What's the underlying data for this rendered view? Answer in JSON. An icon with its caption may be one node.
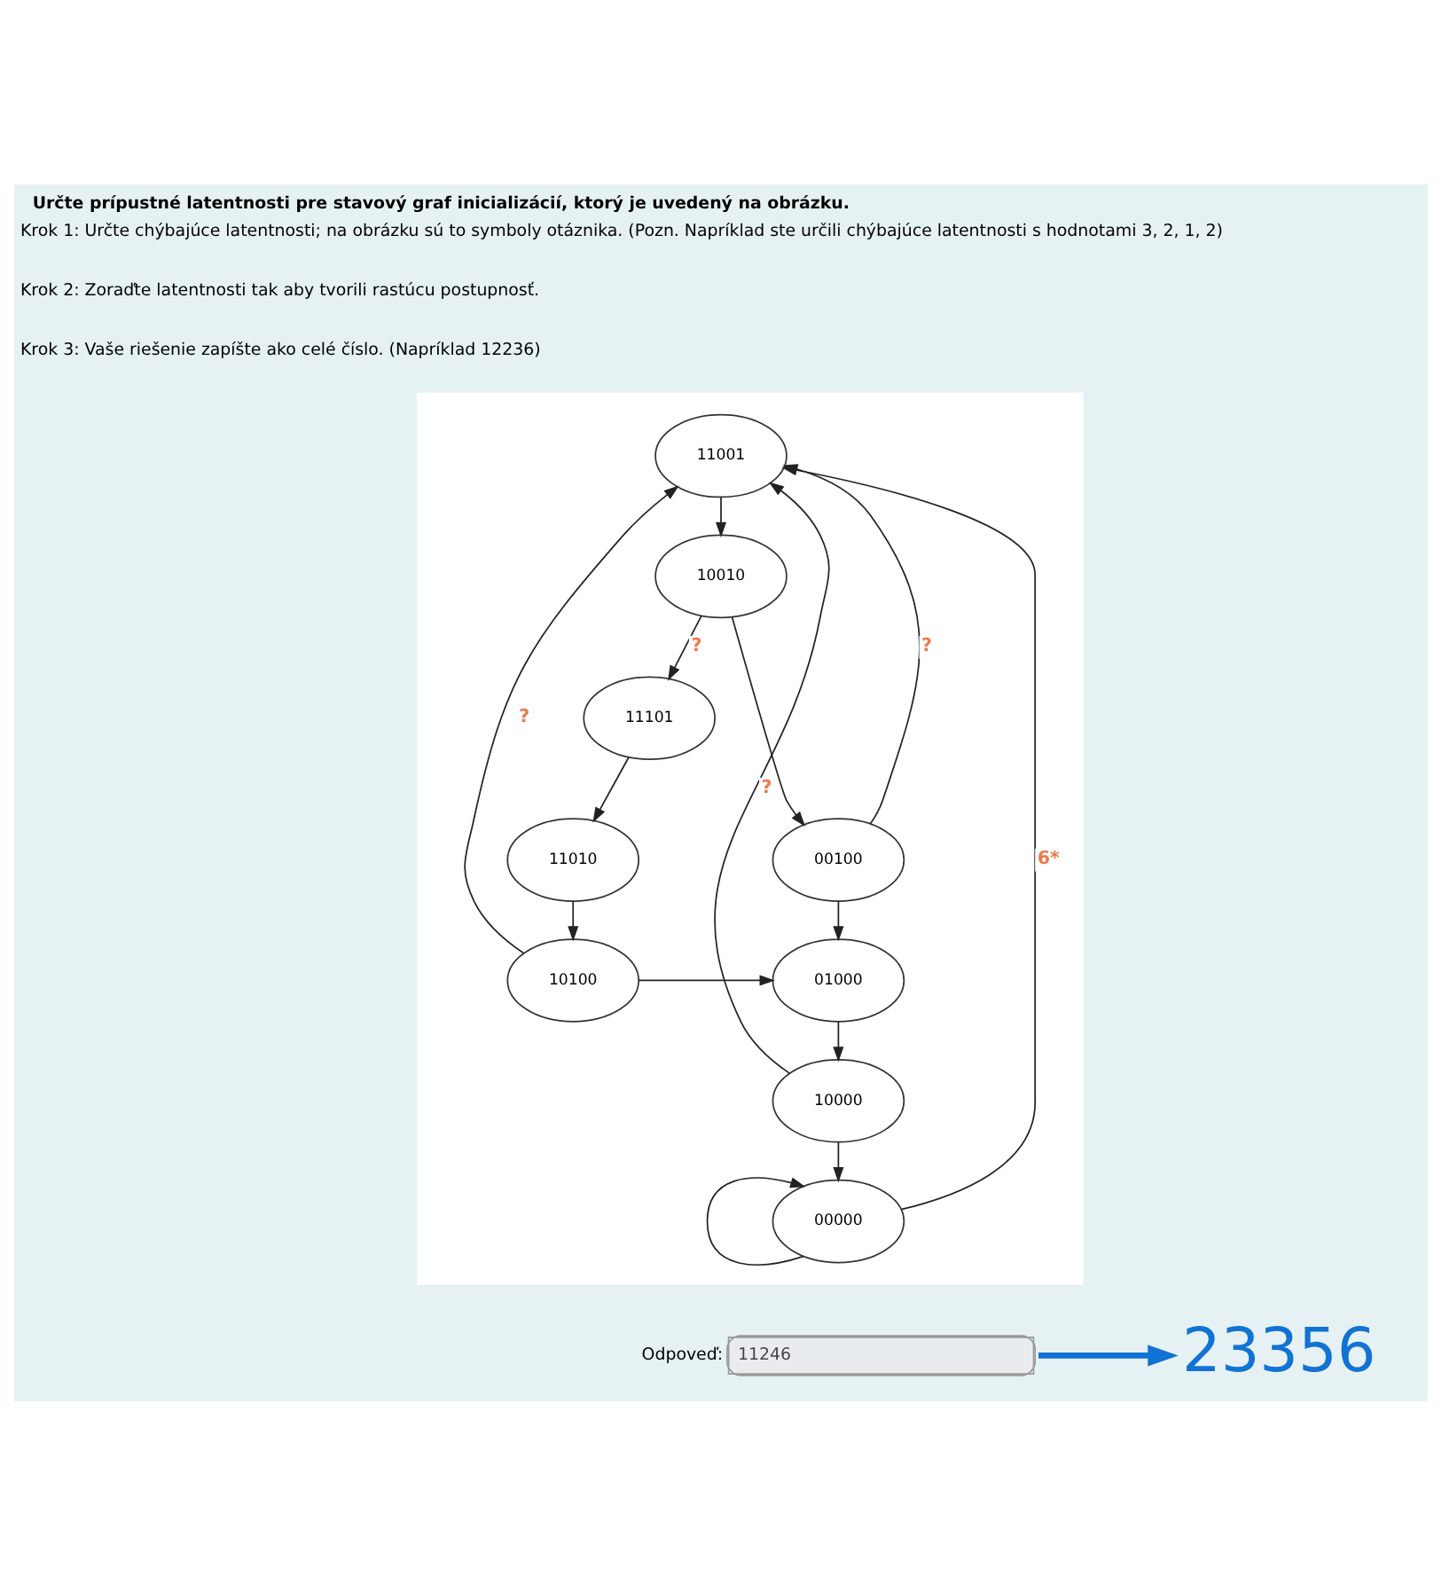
{
  "diagram": {
    "title": "Určte prípustné latentnosti pre stavový graf inicializácií, ktorý je uvedený na obrázku.",
    "nodes": [
      {
        "text": [],
        "shape": "picture"
      },
      {
        "text": [
          "11001"
        ],
        "in": 0
      },
      {
        "text": [
          "10010"
        ],
        "in": 0
      },
      {
        "text": [
          "11101"
        ],
        "in": 0
      },
      {
        "text": [
          "00100"
        ],
        "in": 0
      },
      {
        "text": [
          "11010"
        ],
        "in": 0
      },
      {
        "text": [
          "10100"
        ],
        "in": 0
      },
      {
        "text": [
          "01000"
        ],
        "in": 0
      },
      {
        "text": [
          "10000"
        ],
        "in": 0
      },
      {
        "text": [
          "00000"
        ],
        "in": 0
      },
      {
        "text": [
          "11246"
        ],
        "beside": [
          "Odpoveď:"
        ]
      },
      {
        "text": [
          "23356"
        ]
      }
    ],
    "edges": [
      {
        "from": 1,
        "to": 2,
        "arrow": "to"
      },
      {
        "from": 2,
        "to": 3,
        "arrow": "to",
        "label": "?"
      },
      {
        "from": 2,
        "to": 4,
        "arrow": "to"
      },
      {
        "from": 3,
        "to": 5,
        "arrow": "to"
      },
      {
        "from": 5,
        "to": 6,
        "arrow": "to"
      },
      {
        "from": 6,
        "to": 1,
        "arrow": "to",
        "label": "?"
      },
      {
        "from": 6,
        "to": 7,
        "arrow": "to"
      },
      {
        "from": 4,
        "to": 7,
        "arrow": "to"
      },
      {
        "from": 4,
        "to": 1,
        "arrow": "to",
        "label": "?"
      },
      {
        "from": 7,
        "to": 8,
        "arrow": "to"
      },
      {
        "from": 8,
        "to": 1,
        "arrow": "to",
        "label": "?"
      },
      {
        "from": 8,
        "to": 9,
        "arrow": "to"
      },
      {
        "from": 9,
        "to": 9,
        "arrow": "to"
      },
      {
        "from": 9,
        "to": 1,
        "arrow": "to",
        "label": "6*"
      },
      {
        "from": 10,
        "to": 11,
        "arrow": "to",
        "style": "thick",
        "color": "#1173d4"
      }
    ],
    "labels": [
      "Krok 1: Určte chýbajúce latentnosti; na obrázku sú to symboly otáznika. (Pozn. Napríklad ste určili chýbajúce latentnosti s hodnotami 3, 2, 1, 2)",
      "Krok 2: Zoraďte latentnosti tak aby tvorili rastúcu postupnosť.",
      "Krok 3: Vaše riešenie zapíšte ako celé číslo. (Napríklad 12236)"
    ]
  }
}
